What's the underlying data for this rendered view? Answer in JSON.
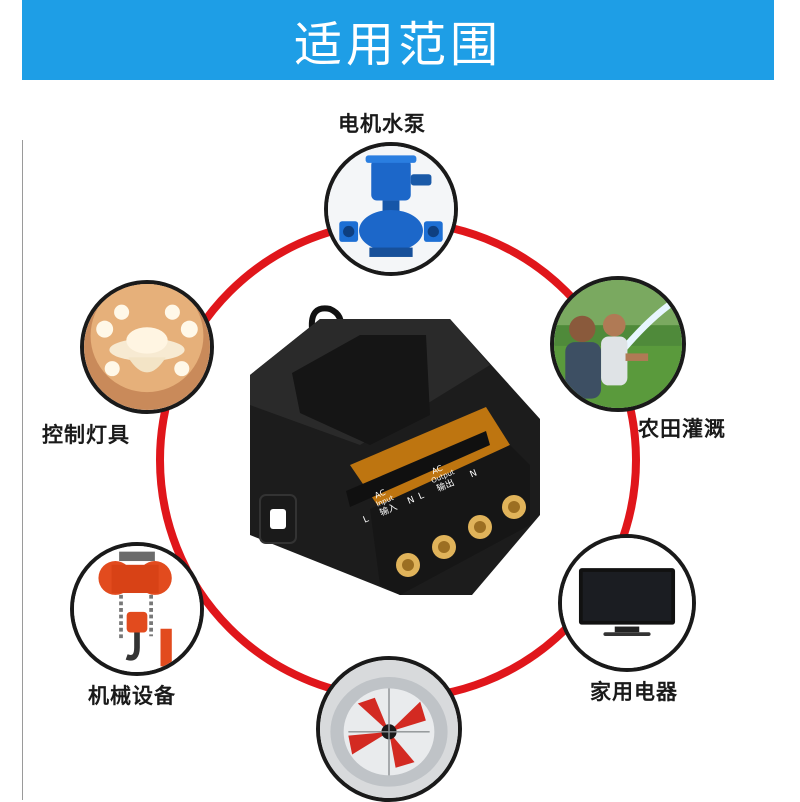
{
  "banner": {
    "title": "适用范围",
    "color": "#1e9ee6"
  },
  "ring_color": "#e0161b",
  "applications": [
    {
      "label": "电机水泵",
      "icon": "water-pump-icon"
    },
    {
      "label": "控制灯具",
      "icon": "chandelier-icon"
    },
    {
      "label": "农田灌溉",
      "icon": "irrigation-icon"
    },
    {
      "label": "机械设备",
      "icon": "chain-hoist-icon"
    },
    {
      "label": "家用电器",
      "icon": "television-icon"
    },
    {
      "label": "",
      "icon": "exhaust-fan-icon"
    }
  ],
  "device": {
    "terminal_left_top": "AC",
    "terminal_left_mid": "Input",
    "terminal_left_cn": "输入",
    "terminal_right_top": "AC",
    "terminal_right_mid": "Output",
    "terminal_right_cn": "输出",
    "pin_l": "L",
    "pin_n": "N"
  }
}
